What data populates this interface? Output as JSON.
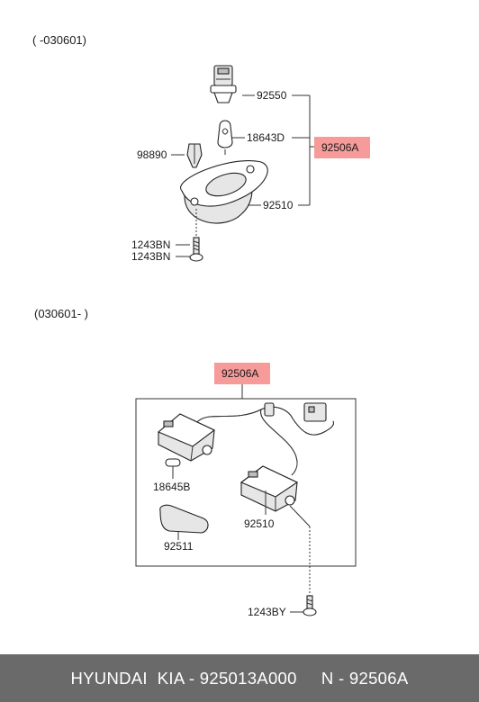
{
  "top_section": {
    "range_label": "( -030601)",
    "assembly": "92506A",
    "parts": {
      "housing_top": "92550",
      "bulb": "18643D",
      "clip": "98890",
      "lens": "92510",
      "screw_1": "1243BN",
      "screw_2": "1243BN"
    }
  },
  "bottom_section": {
    "range_label": "(030601- )",
    "assembly": "92506A",
    "parts": {
      "bulb": "18645B",
      "lamp": "92510",
      "lens": "92511",
      "screw": "1243BY"
    }
  },
  "footer": {
    "text": "HYUNDAI  KIA - 925013A000     N - 92506A"
  },
  "colors": {
    "highlight": "#f79a9a",
    "footer_bg": "#6a6a6a"
  }
}
